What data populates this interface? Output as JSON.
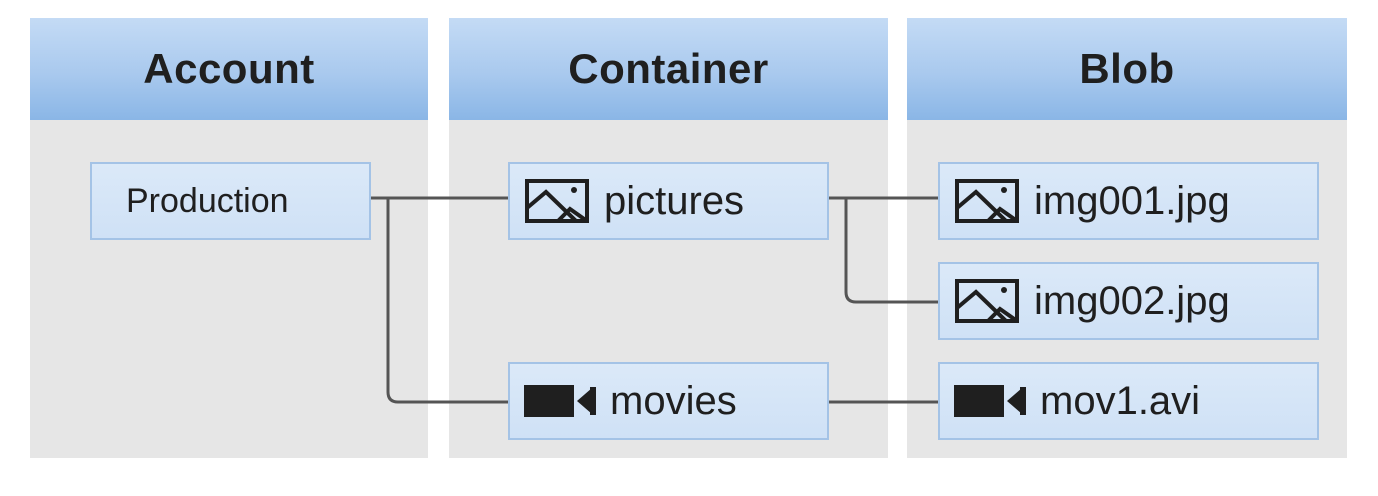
{
  "columns": {
    "account": "Account",
    "container": "Container",
    "blob": "Blob"
  },
  "nodes": {
    "production": "Production",
    "pictures": "pictures",
    "movies": "movies",
    "img001": "img001.jpg",
    "img002": "img002.jpg",
    "mov1": "mov1.avi"
  },
  "icons": {
    "pictures": "image-icon",
    "movies": "video-camera-icon",
    "img001": "image-icon",
    "img002": "image-icon",
    "mov1": "video-camera-icon"
  },
  "colors": {
    "header": "#a9c9ee",
    "column_bg": "#e6e6e6",
    "node_bg": "#d4e4f7",
    "node_border": "#a4c3e6",
    "connector": "#555555"
  }
}
